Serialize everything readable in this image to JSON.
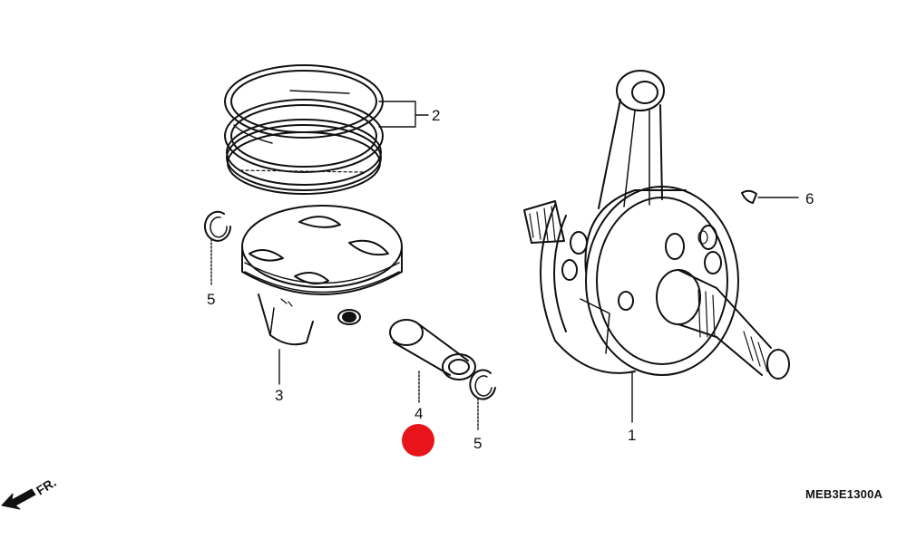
{
  "callouts": {
    "crankshaft": "1",
    "piston_rings": "2",
    "piston": "3",
    "piston_pin": "4",
    "clip_left": "5",
    "clip_right": "5",
    "key": "6"
  },
  "direction_label": "FR.",
  "diagram_code": "MEB3E1300A",
  "colors": {
    "line": "#111111",
    "marker": "#e8141b",
    "background": "#ffffff"
  }
}
